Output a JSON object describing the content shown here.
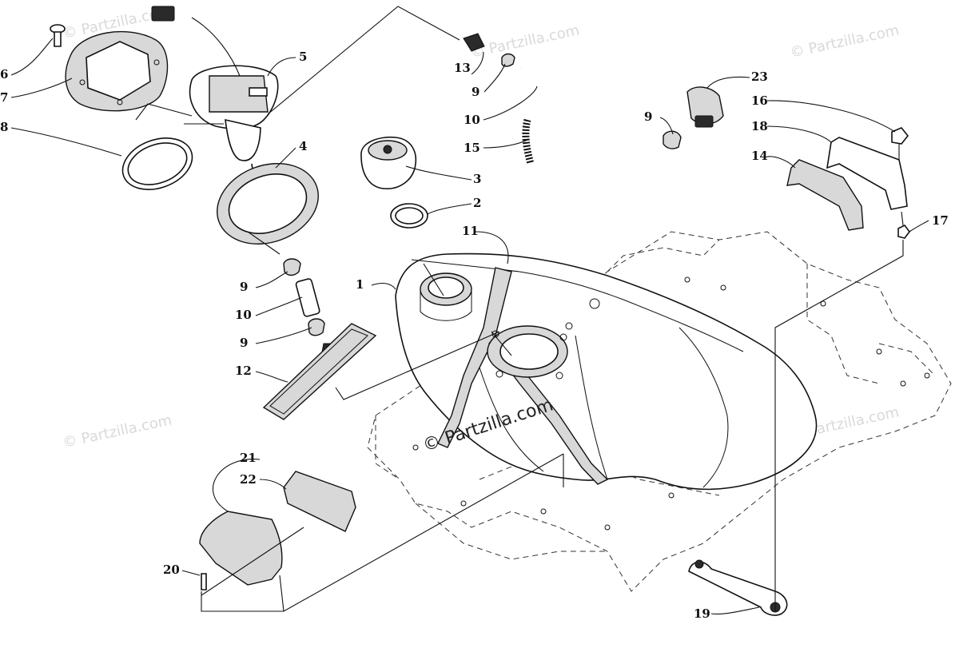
{
  "watermarks": {
    "top_left": "© Partzilla.com",
    "top_center": "© Partzilla.com",
    "top_right": "© Partzilla.com",
    "mid_left": "© Partzilla.com",
    "mid_right": "© Partzilla.com",
    "center": "© Partzilla.com"
  },
  "callouts": {
    "c1": "1",
    "c2": "2",
    "c3": "3",
    "c4": "4",
    "c5": "5",
    "c6": "6",
    "c7": "7",
    "c8": "8",
    "c9a": "9",
    "c9b": "9",
    "c9c": "9",
    "c9d": "9",
    "c10a": "10",
    "c10b": "10",
    "c11": "11",
    "c12": "12",
    "c13": "13",
    "c14": "14",
    "c15": "15",
    "c16": "16",
    "c17": "17",
    "c18": "18",
    "c19": "19",
    "c20": "20",
    "c21": "21",
    "c22": "22",
    "c23": "23"
  }
}
